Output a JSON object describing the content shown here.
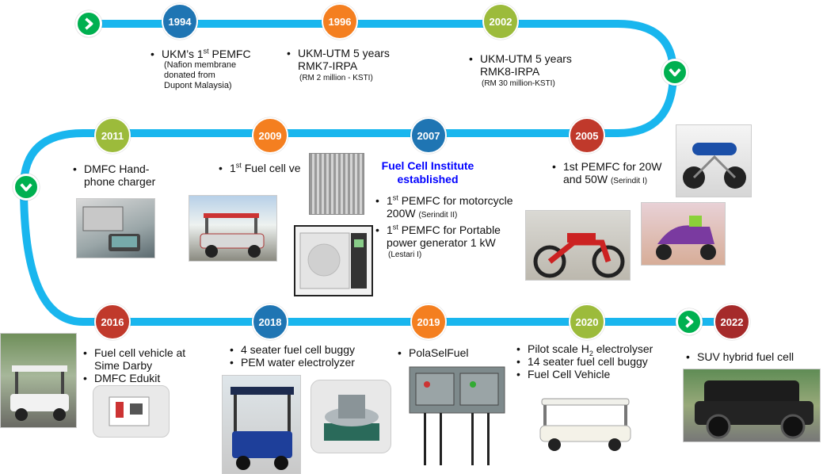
{
  "colors": {
    "track": "#19b6ee",
    "blue_year": "#1f75b3",
    "orange_year": "#f47f20",
    "green_year": "#9cbb3b",
    "red_year": "#c0392b",
    "dark_red_year": "#a52a2a",
    "arrow": "#00b050",
    "institute": "#0000ff"
  },
  "years": [
    "1994",
    "1996",
    "2002",
    "2005",
    "2007",
    "2009",
    "2011",
    "2016",
    "2018",
    "2019",
    "2020",
    "2022"
  ],
  "entries": {
    "y1994": {
      "line1a": "UKM’s 1",
      "line1sup": "st",
      "line1b": " PEMFC",
      "sub1": "(Nafion membrane",
      "sub2": "donated from",
      "sub3": "Dupont Malaysia)"
    },
    "y1996": {
      "line1": "UKM-UTM 5 years",
      "line2": "RMK7-IRPA",
      "sub": "(RM 2 million - KSTI)"
    },
    "y2002": {
      "line1": "UKM-UTM 5 years",
      "line2": "RMK8-IRPA",
      "sub": "(RM 30 million-KSTI)"
    },
    "y2005": {
      "line1": "1st PEMFC for 20W",
      "line2": "and 50W",
      "sub": "(Serindit I)"
    },
    "y2007": {
      "title1": "Fuel Cell Institute",
      "title2": "established",
      "b1a": "1",
      "b1sup": "st",
      "b1b": " PEMFC for motorcycle",
      "b1c": "200W",
      "b1sub": "(Serindit II)",
      "b2a": "1",
      "b2sup": "st",
      "b2b": " PEMFC for Portable",
      "b2c": "power generator 1 kW",
      "b2sub": "(Lestari I)"
    },
    "y2009": {
      "a": "1",
      "sup": "st",
      "b": " Fuel cell ve"
    },
    "y2011": {
      "line1": "DMFC Hand-",
      "line2": "phone charger"
    },
    "y2016": {
      "b1a": "Fuel cell vehicle at",
      "b1b": "Sime Darby",
      "b2": "DMFC Edukit"
    },
    "y2018": {
      "b1": "4 seater fuel cell buggy",
      "b2": "PEM water electrolyzer"
    },
    "y2019": {
      "b1": "PolaSelFuel"
    },
    "y2020": {
      "b1a": "Pilot scale H",
      "b1sub": "2",
      "b1b": " electrolyser",
      "b2": "14 seater fuel cell buggy",
      "b3": "Fuel Cell Vehicle"
    },
    "y2022": {
      "b1": "SUV hybrid fuel cell"
    }
  },
  "icons": [
    "chevron-right-icon",
    "chevron-down-icon"
  ]
}
